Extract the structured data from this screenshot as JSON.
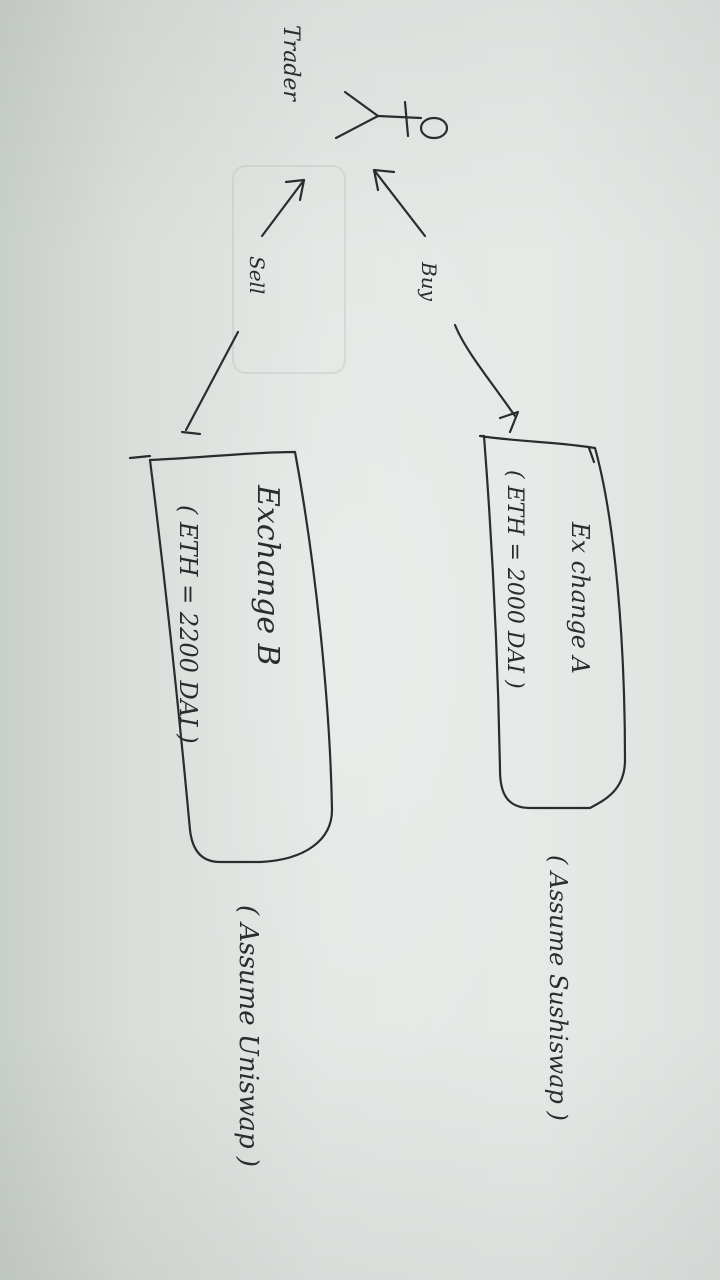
{
  "diagram": {
    "actor": {
      "label": "Trader"
    },
    "edges": {
      "buy_label": "Buy",
      "sell_label": "Sell"
    },
    "exchange_a": {
      "title": "Ex change A",
      "price": "( ETH = 2000 DAI )",
      "note": "( Assume Sushiswap )"
    },
    "exchange_b": {
      "title": "Exchange B",
      "price": "( ETH = 2200 DAI )",
      "note": "( Assume Uniswap )"
    }
  },
  "colors": {
    "ink": "#2a2d2f",
    "paper": "#e4e8e5"
  }
}
